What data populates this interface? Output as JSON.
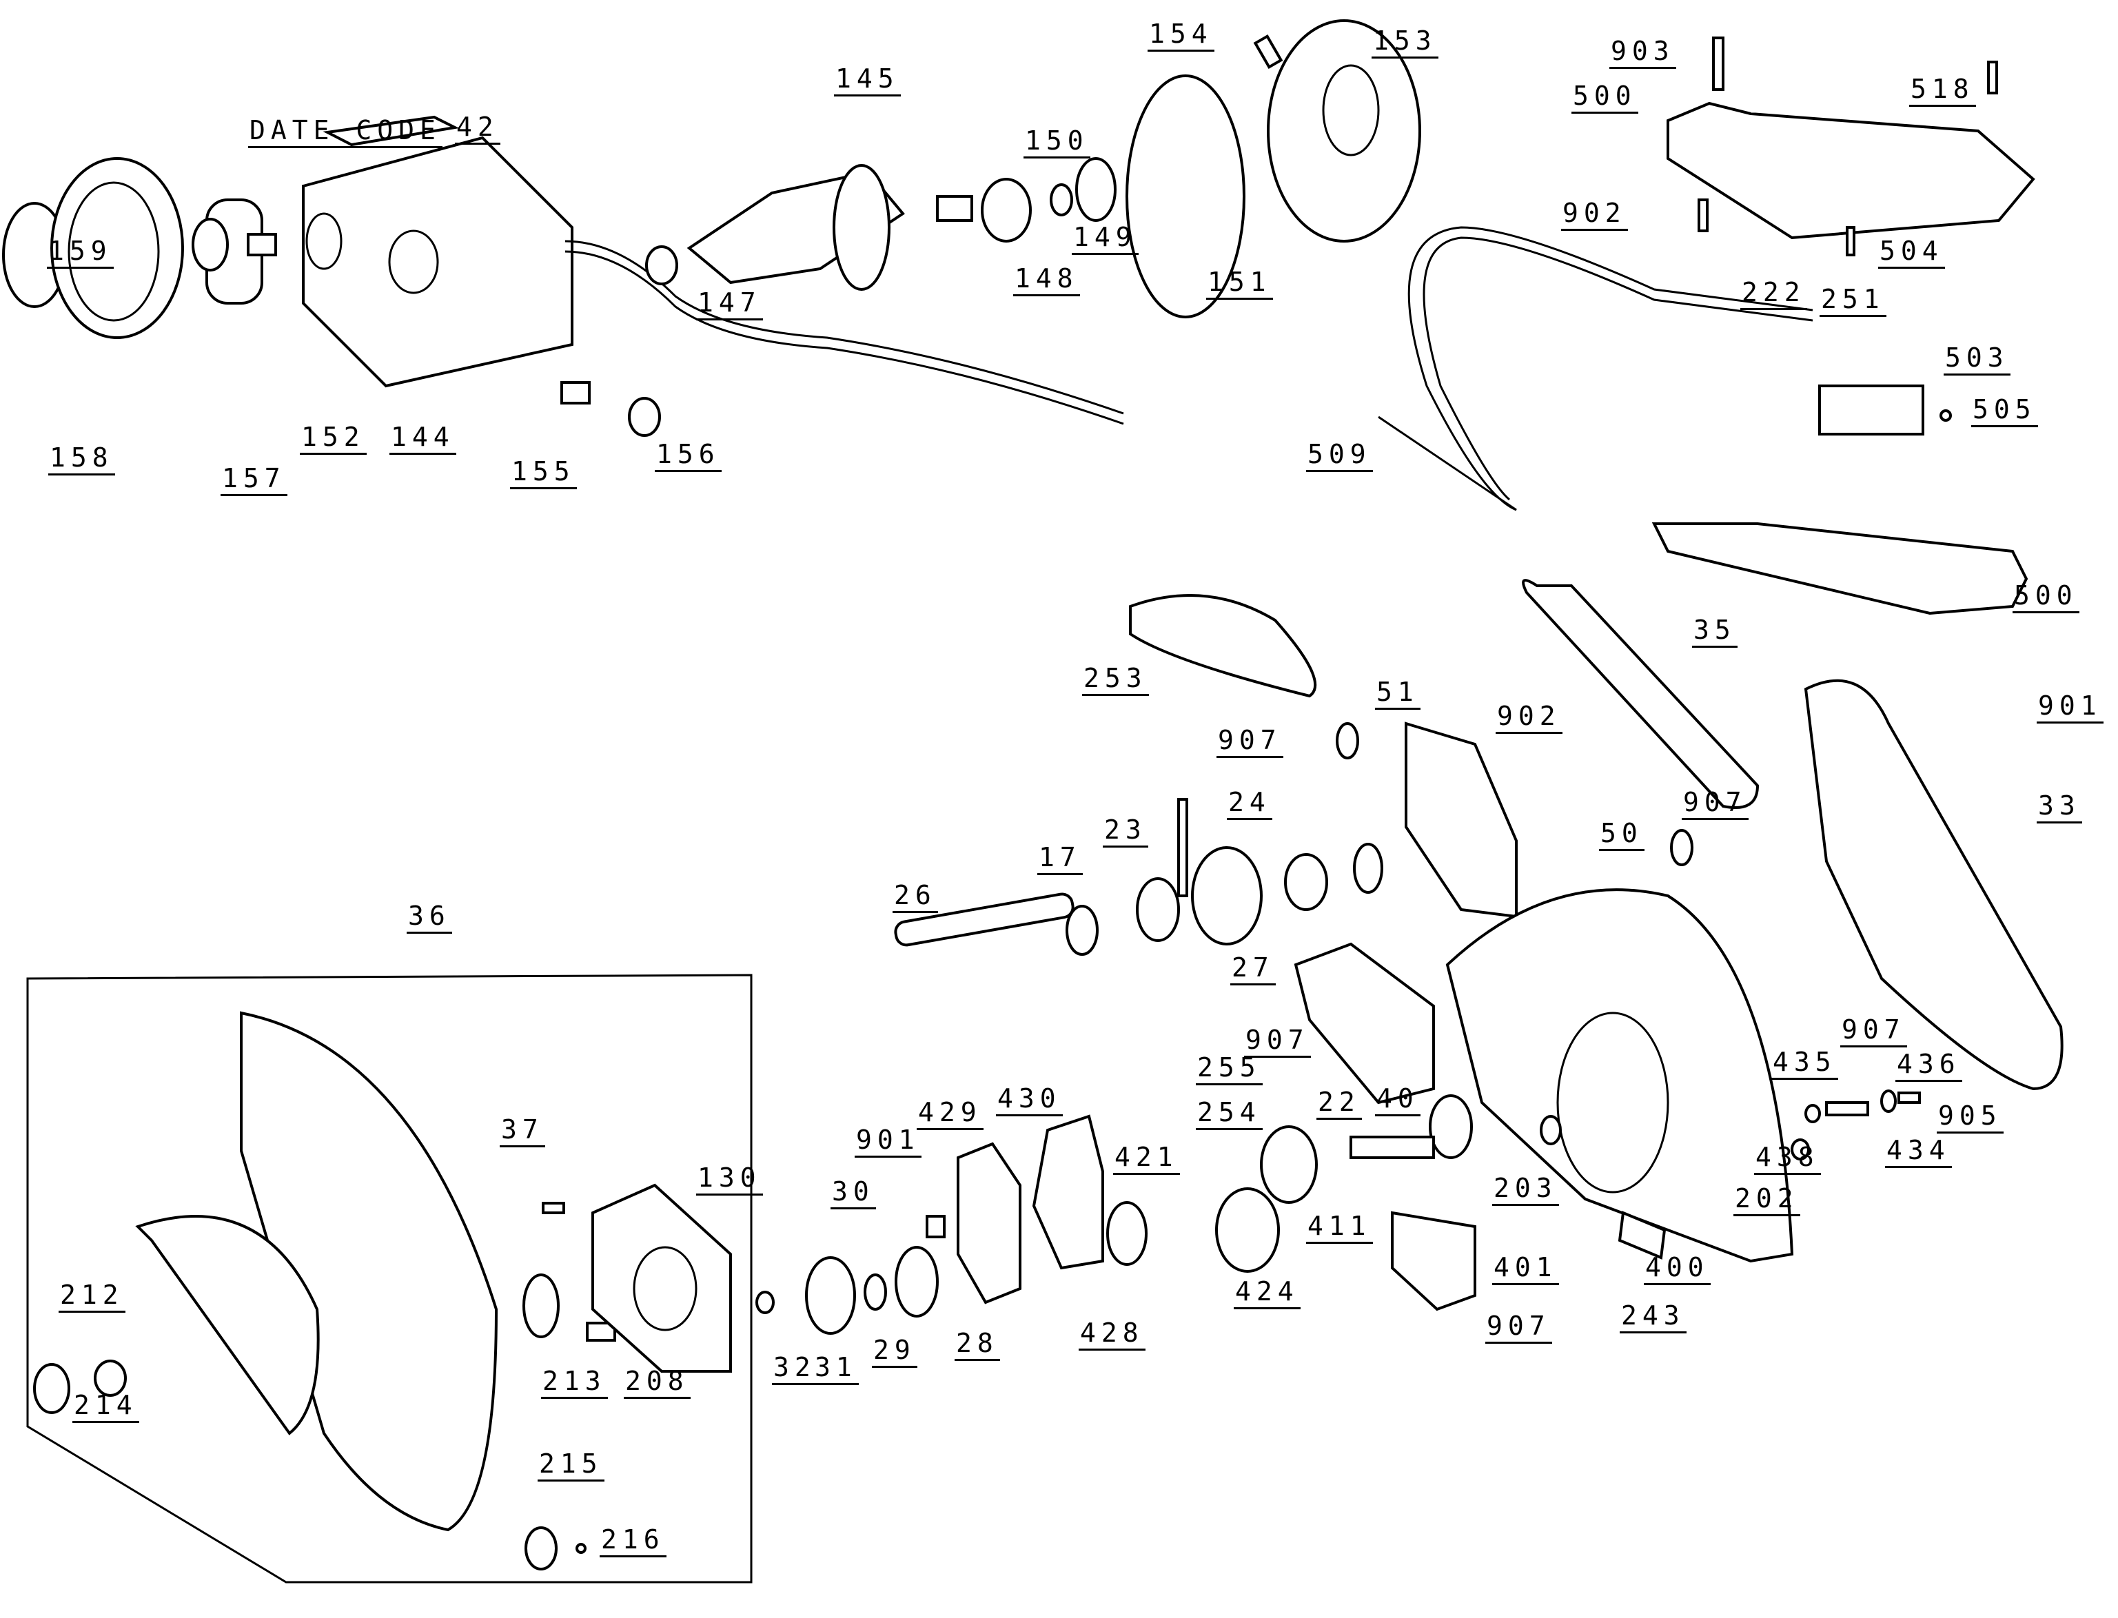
{
  "diagram": {
    "type": "exploded parts diagram",
    "subject": "miter saw motor, head and lower guard assembly",
    "date_code_label": "DATE CODE",
    "part_labels": [
      {
        "id": "42",
        "text": "42"
      },
      {
        "id": "159",
        "text": "159"
      },
      {
        "id": "158",
        "text": "158"
      },
      {
        "id": "157",
        "text": "157"
      },
      {
        "id": "152",
        "text": "152"
      },
      {
        "id": "144",
        "text": "144"
      },
      {
        "id": "155",
        "text": "155"
      },
      {
        "id": "156",
        "text": "156"
      },
      {
        "id": "145",
        "text": "145"
      },
      {
        "id": "147",
        "text": "147"
      },
      {
        "id": "148",
        "text": "148"
      },
      {
        "id": "149",
        "text": "149"
      },
      {
        "id": "150",
        "text": "150"
      },
      {
        "id": "151",
        "text": "151"
      },
      {
        "id": "154",
        "text": "154"
      },
      {
        "id": "153",
        "text": "153"
      },
      {
        "id": "903",
        "text": "903"
      },
      {
        "id": "518",
        "text": "518"
      },
      {
        "id": "500a",
        "text": "500"
      },
      {
        "id": "902a",
        "text": "902"
      },
      {
        "id": "504",
        "text": "504"
      },
      {
        "id": "222",
        "text": "222"
      },
      {
        "id": "251",
        "text": "251"
      },
      {
        "id": "503",
        "text": "503"
      },
      {
        "id": "505",
        "text": "505"
      },
      {
        "id": "509",
        "text": "509"
      },
      {
        "id": "500b",
        "text": "500"
      },
      {
        "id": "35",
        "text": "35"
      },
      {
        "id": "253",
        "text": "253"
      },
      {
        "id": "51",
        "text": "51"
      },
      {
        "id": "907a",
        "text": "907"
      },
      {
        "id": "902b",
        "text": "902"
      },
      {
        "id": "901a",
        "text": "901"
      },
      {
        "id": "33",
        "text": "33"
      },
      {
        "id": "907b",
        "text": "907"
      },
      {
        "id": "50",
        "text": "50"
      },
      {
        "id": "24",
        "text": "24"
      },
      {
        "id": "23",
        "text": "23"
      },
      {
        "id": "17",
        "text": "17"
      },
      {
        "id": "26",
        "text": "26"
      },
      {
        "id": "27",
        "text": "27"
      },
      {
        "id": "907c",
        "text": "907"
      },
      {
        "id": "255",
        "text": "255"
      },
      {
        "id": "22",
        "text": "22"
      },
      {
        "id": "40",
        "text": "40"
      },
      {
        "id": "254",
        "text": "254"
      },
      {
        "id": "907d",
        "text": "907"
      },
      {
        "id": "435",
        "text": "435"
      },
      {
        "id": "436",
        "text": "436"
      },
      {
        "id": "905",
        "text": "905"
      },
      {
        "id": "434",
        "text": "434"
      },
      {
        "id": "438",
        "text": "438"
      },
      {
        "id": "202",
        "text": "202"
      },
      {
        "id": "203",
        "text": "203"
      },
      {
        "id": "400",
        "text": "400"
      },
      {
        "id": "243",
        "text": "243"
      },
      {
        "id": "411",
        "text": "411"
      },
      {
        "id": "401",
        "text": "401"
      },
      {
        "id": "907e",
        "text": "907"
      },
      {
        "id": "421",
        "text": "421"
      },
      {
        "id": "424",
        "text": "424"
      },
      {
        "id": "428",
        "text": "428"
      },
      {
        "id": "430",
        "text": "430"
      },
      {
        "id": "429",
        "text": "429"
      },
      {
        "id": "901b",
        "text": "901"
      },
      {
        "id": "30",
        "text": "30"
      },
      {
        "id": "28",
        "text": "28"
      },
      {
        "id": "29",
        "text": "29"
      },
      {
        "id": "31",
        "text": "31"
      },
      {
        "id": "32",
        "text": "32"
      },
      {
        "id": "130",
        "text": "130"
      },
      {
        "id": "36",
        "text": "36"
      },
      {
        "id": "37",
        "text": "37"
      },
      {
        "id": "213",
        "text": "213"
      },
      {
        "id": "208",
        "text": "208"
      },
      {
        "id": "212",
        "text": "212"
      },
      {
        "id": "214",
        "text": "214"
      },
      {
        "id": "215",
        "text": "215"
      },
      {
        "id": "216",
        "text": "216"
      }
    ]
  }
}
